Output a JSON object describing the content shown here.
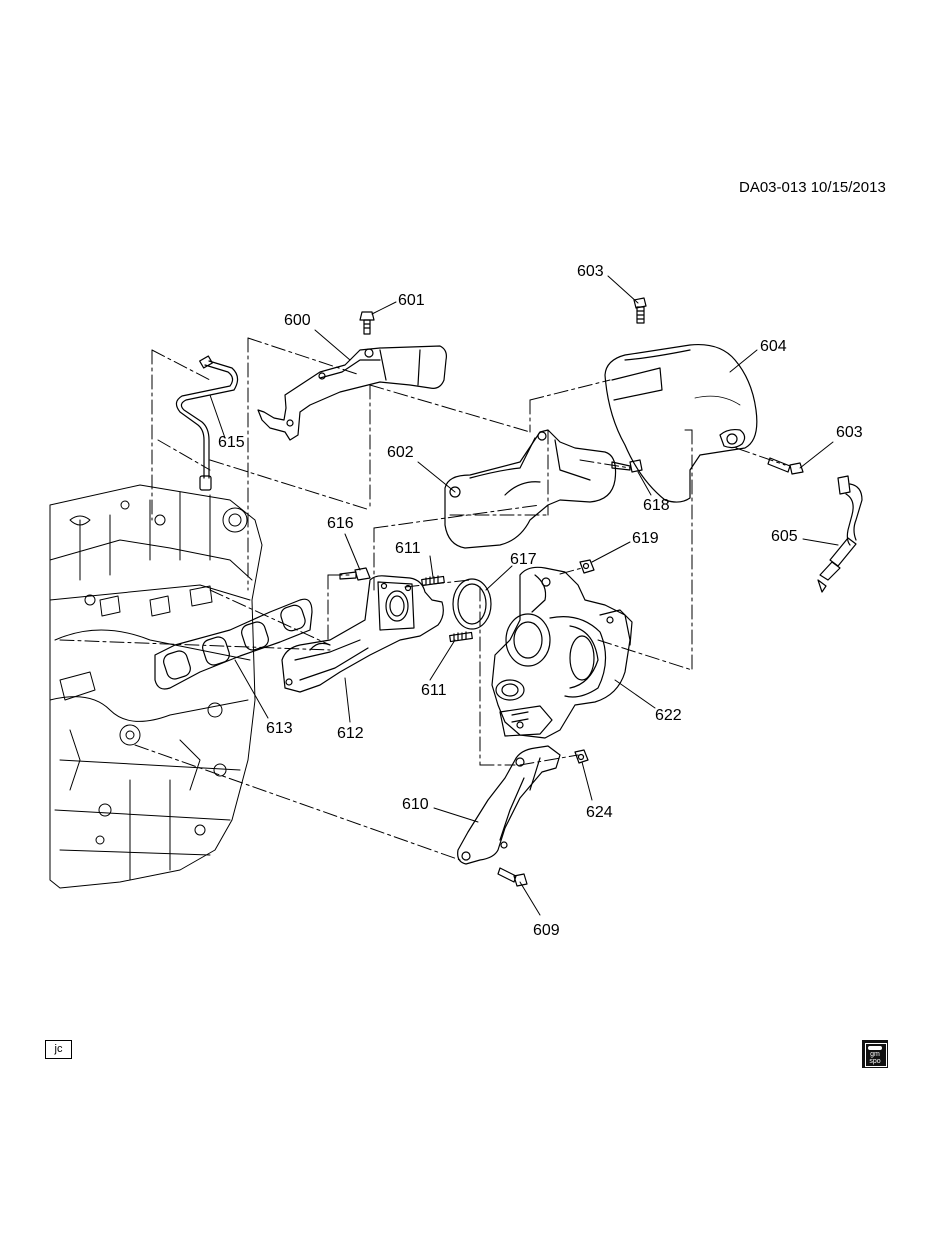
{
  "header": {
    "reference": "DA03-013 10/15/2013"
  },
  "callouts": [
    {
      "id": "c600",
      "label": "600"
    },
    {
      "id": "c601",
      "label": "601"
    },
    {
      "id": "c602",
      "label": "602"
    },
    {
      "id": "c603a",
      "label": "603"
    },
    {
      "id": "c603b",
      "label": "603"
    },
    {
      "id": "c604",
      "label": "604"
    },
    {
      "id": "c605",
      "label": "605"
    },
    {
      "id": "c609",
      "label": "609"
    },
    {
      "id": "c610",
      "label": "610"
    },
    {
      "id": "c611a",
      "label": "611"
    },
    {
      "id": "c611b",
      "label": "611"
    },
    {
      "id": "c612",
      "label": "612"
    },
    {
      "id": "c613",
      "label": "613"
    },
    {
      "id": "c615",
      "label": "615"
    },
    {
      "id": "c616",
      "label": "616"
    },
    {
      "id": "c617",
      "label": "617"
    },
    {
      "id": "c618",
      "label": "618"
    },
    {
      "id": "c619",
      "label": "619"
    },
    {
      "id": "c622",
      "label": "622"
    },
    {
      "id": "c624",
      "label": "624"
    }
  ],
  "footer": {
    "stamp": "jc",
    "logo_line1": "gm",
    "logo_line2": "spo"
  }
}
